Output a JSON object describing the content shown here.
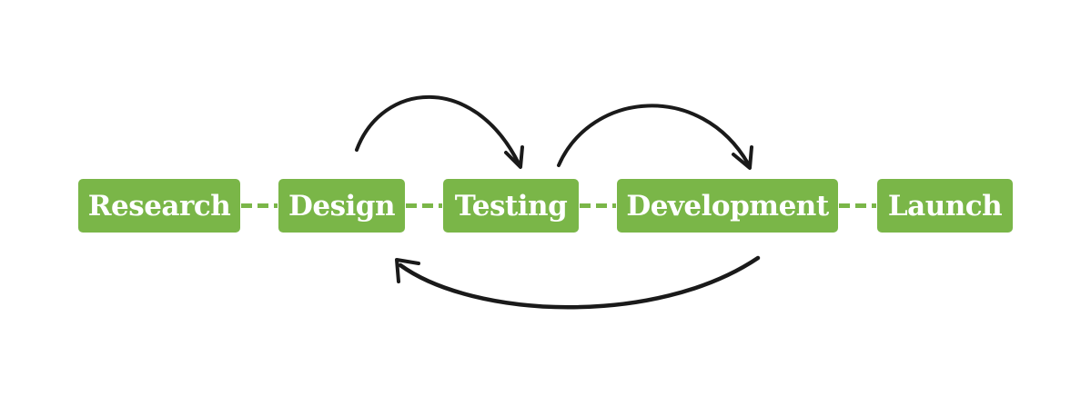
{
  "stages": [
    "Research",
    "Design",
    "Testing",
    "Development",
    "Launch"
  ],
  "colors": {
    "box": "#7ab648",
    "arrow": "#1a1a1a",
    "text": "#ffffff"
  }
}
